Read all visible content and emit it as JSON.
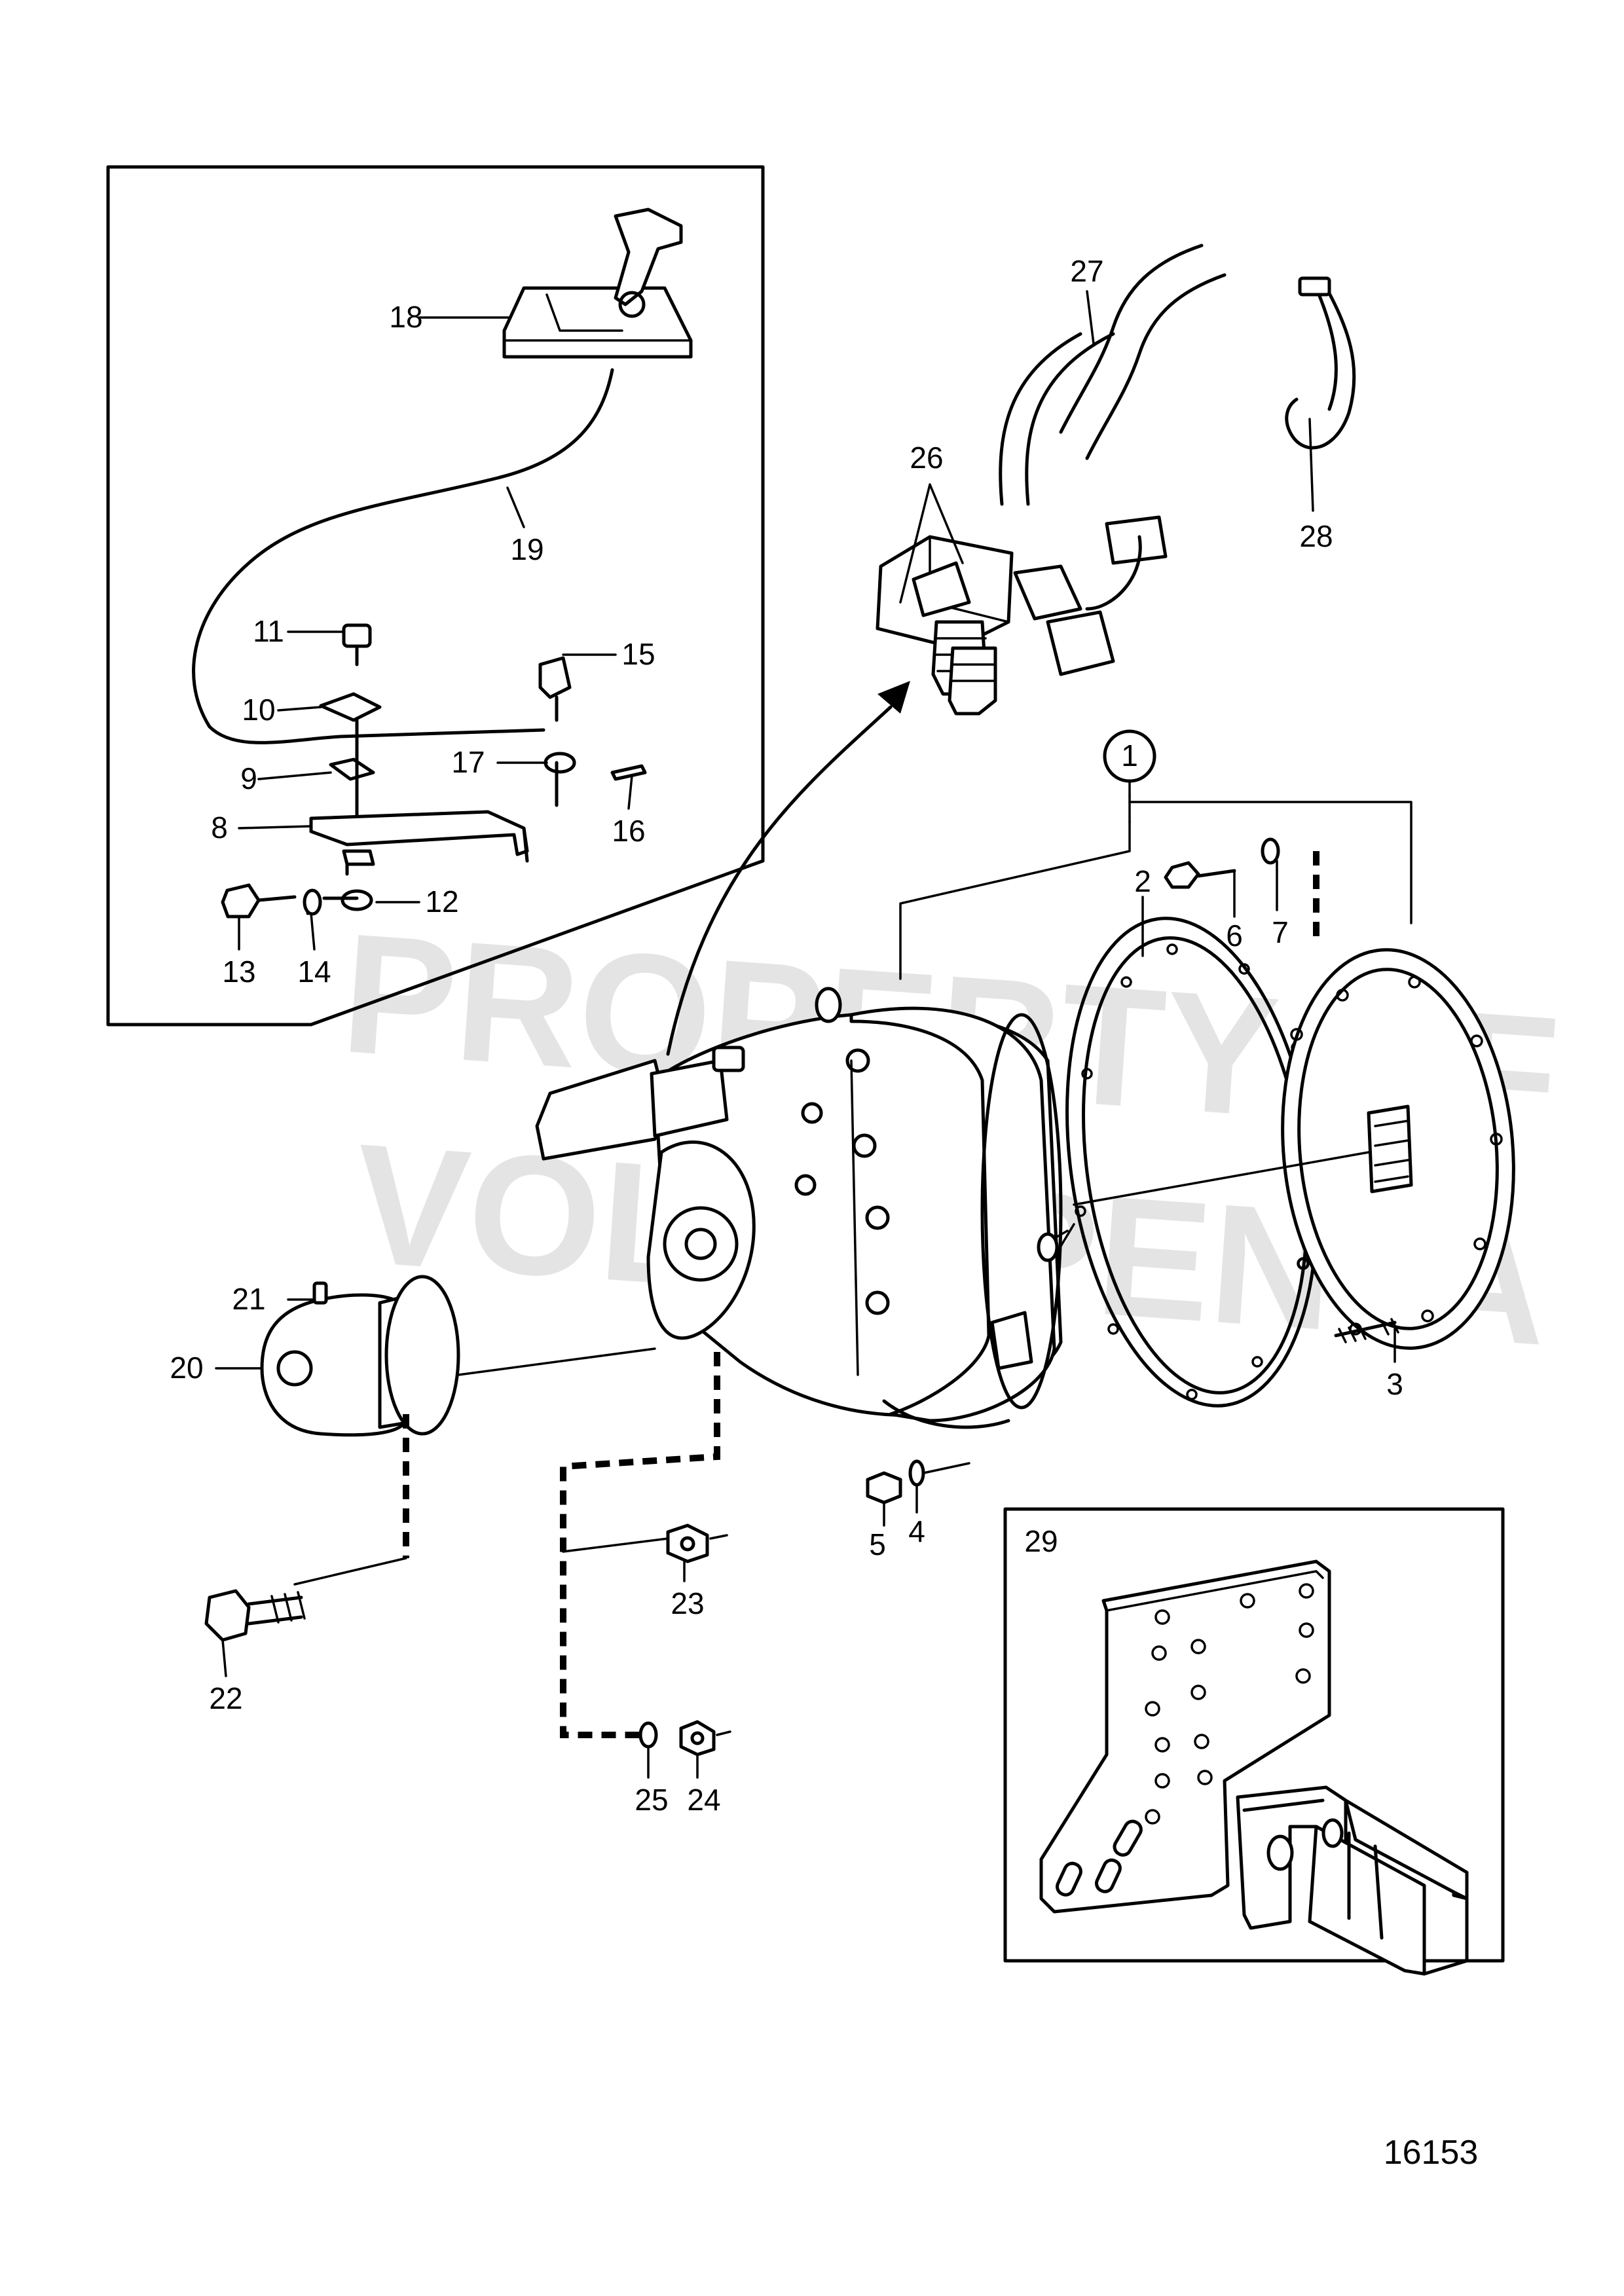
{
  "watermark": {
    "line1": "PROPERTY OF",
    "line2": "VOLVO PENTA"
  },
  "drawing_number": "16153",
  "callouts": {
    "c1": "1",
    "c2": "2",
    "c3": "3",
    "c4": "4",
    "c5": "5",
    "c6": "6",
    "c7": "7",
    "c8": "8",
    "c9": "9",
    "c10": "10",
    "c11": "11",
    "c12": "12",
    "c13": "13",
    "c14": "14",
    "c15": "15",
    "c16": "16",
    "c17": "17",
    "c18": "18",
    "c19": "19",
    "c20": "20",
    "c21": "21",
    "c22": "22",
    "c23": "23",
    "c24": "24",
    "c25": "25",
    "c26": "26",
    "c27": "27",
    "c28": "28",
    "c29": "29"
  }
}
